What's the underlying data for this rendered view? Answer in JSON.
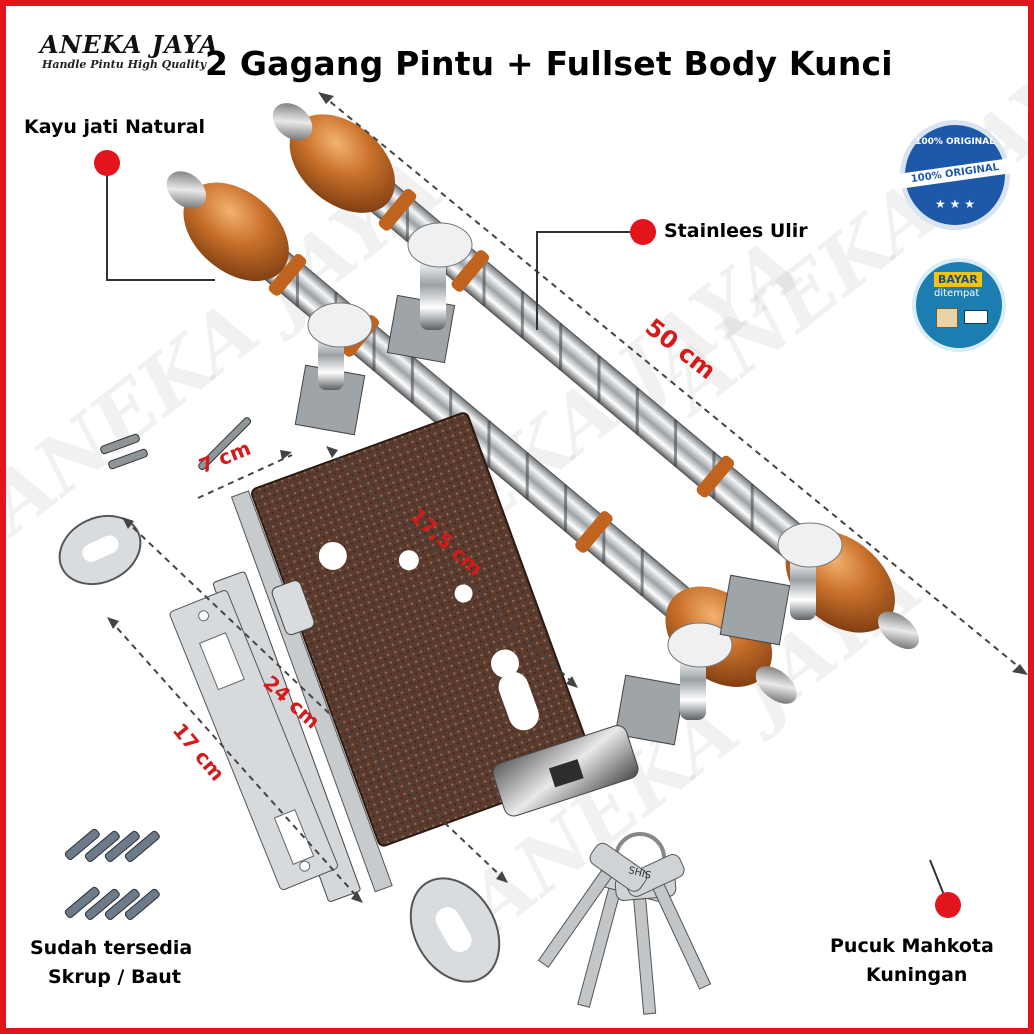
{
  "brand": {
    "name": "ANEKA JAYA",
    "tagline": "Handle Pintu High Quality"
  },
  "title": "2 Gagang Pintu + Fullset Body Kunci",
  "labels": {
    "wood": "Kayu jati Natural",
    "stainless": "Stainlees Ulir",
    "screws_line1": "Sudah tersedia",
    "screws_line2": "Skrup / Baut",
    "crown_line1": "Pucuk Mahkota",
    "crown_line2": "Kuningan"
  },
  "measurements": {
    "handle_length": "50 cm",
    "backset": "7 cm",
    "lock_body": "17,5 cm",
    "face_plate": "24 cm",
    "strike_plate": "17 cm"
  },
  "badges": {
    "original_outer": "100% ORIGINAL",
    "original_center": "100% ORIGINAL",
    "cod_title": "BAYAR",
    "cod_sub": "ditempat"
  },
  "key_stamp": "SHIS",
  "colors": {
    "frame": "#e3141b",
    "marker": "#e3141b",
    "measure_text": "#d41a1a",
    "wood": "#b8621e",
    "lock_body": "#5a3a2e"
  }
}
